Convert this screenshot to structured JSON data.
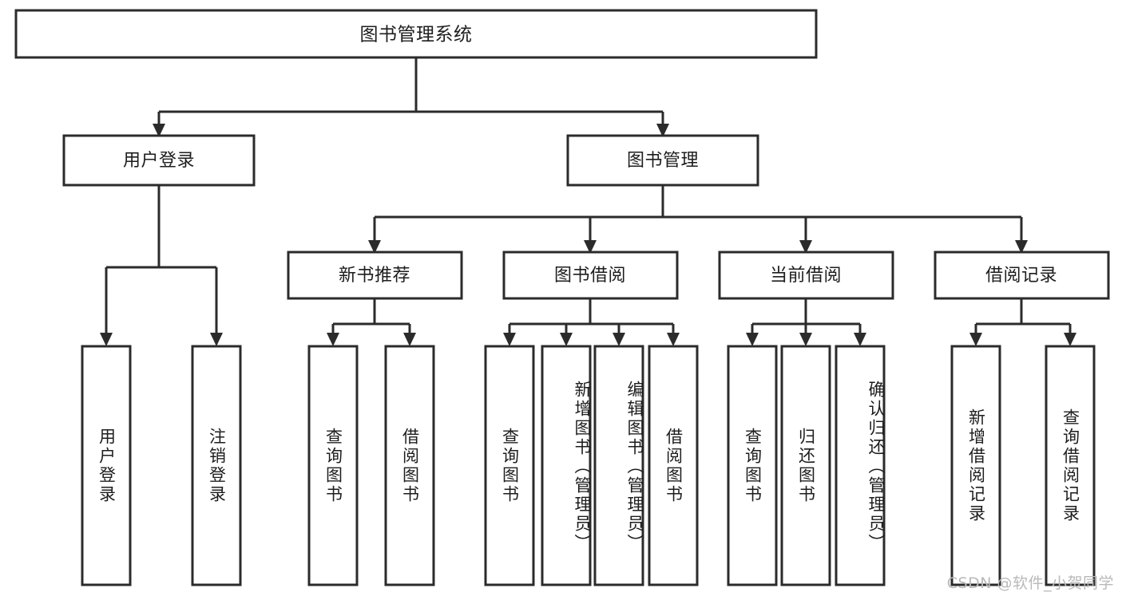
{
  "diagram": {
    "title": "图书管理系统",
    "type": "tree",
    "orientation": "top-down",
    "style": {
      "box_fill": "#ffffff",
      "box_stroke": "#2b2b2b",
      "line_color": "#2b2b2b",
      "text_color": "#1d1d1d",
      "background": "#ffffff"
    },
    "root": {
      "id": "root",
      "label": "图书管理系统"
    },
    "level2": [
      {
        "id": "user-login",
        "label": "用户登录"
      },
      {
        "id": "book-manage",
        "label": "图书管理"
      }
    ],
    "level3": [
      {
        "id": "new-book-recommend",
        "label": "新书推荐",
        "parent": "book-manage"
      },
      {
        "id": "book-borrow",
        "label": "图书借阅",
        "parent": "book-manage"
      },
      {
        "id": "current-borrow",
        "label": "当前借阅",
        "parent": "book-manage"
      },
      {
        "id": "borrow-record",
        "label": "借阅记录",
        "parent": "book-manage"
      }
    ],
    "leaves": [
      {
        "id": "leaf-user-login",
        "label": "用户登录",
        "parent": "user-login"
      },
      {
        "id": "leaf-user-logout",
        "label": "注销登录",
        "parent": "user-login"
      },
      {
        "id": "leaf-query-book-1",
        "label": "查询图书",
        "parent": "new-book-recommend"
      },
      {
        "id": "leaf-borrow-book-1",
        "label": "借阅图书",
        "parent": "new-book-recommend"
      },
      {
        "id": "leaf-query-book-2",
        "label": "查询图书",
        "parent": "book-borrow"
      },
      {
        "id": "leaf-add-book",
        "label": "新增图书（管理员）",
        "parent": "book-borrow"
      },
      {
        "id": "leaf-edit-book",
        "label": "编辑图书（管理员）",
        "parent": "book-borrow"
      },
      {
        "id": "leaf-borrow-book-2",
        "label": "借阅图书",
        "parent": "book-borrow"
      },
      {
        "id": "leaf-query-book-3",
        "label": "查询图书",
        "parent": "current-borrow"
      },
      {
        "id": "leaf-return-book",
        "label": "归还图书",
        "parent": "current-borrow"
      },
      {
        "id": "leaf-confirm-return",
        "label": "确认归还（管理员）",
        "parent": "current-borrow"
      },
      {
        "id": "leaf-add-record",
        "label": "新增借阅记录",
        "parent": "borrow-record"
      },
      {
        "id": "leaf-query-record",
        "label": "查询借阅记录",
        "parent": "borrow-record"
      }
    ]
  },
  "watermark": {
    "text": "CSDN @软件_小贺同学"
  }
}
